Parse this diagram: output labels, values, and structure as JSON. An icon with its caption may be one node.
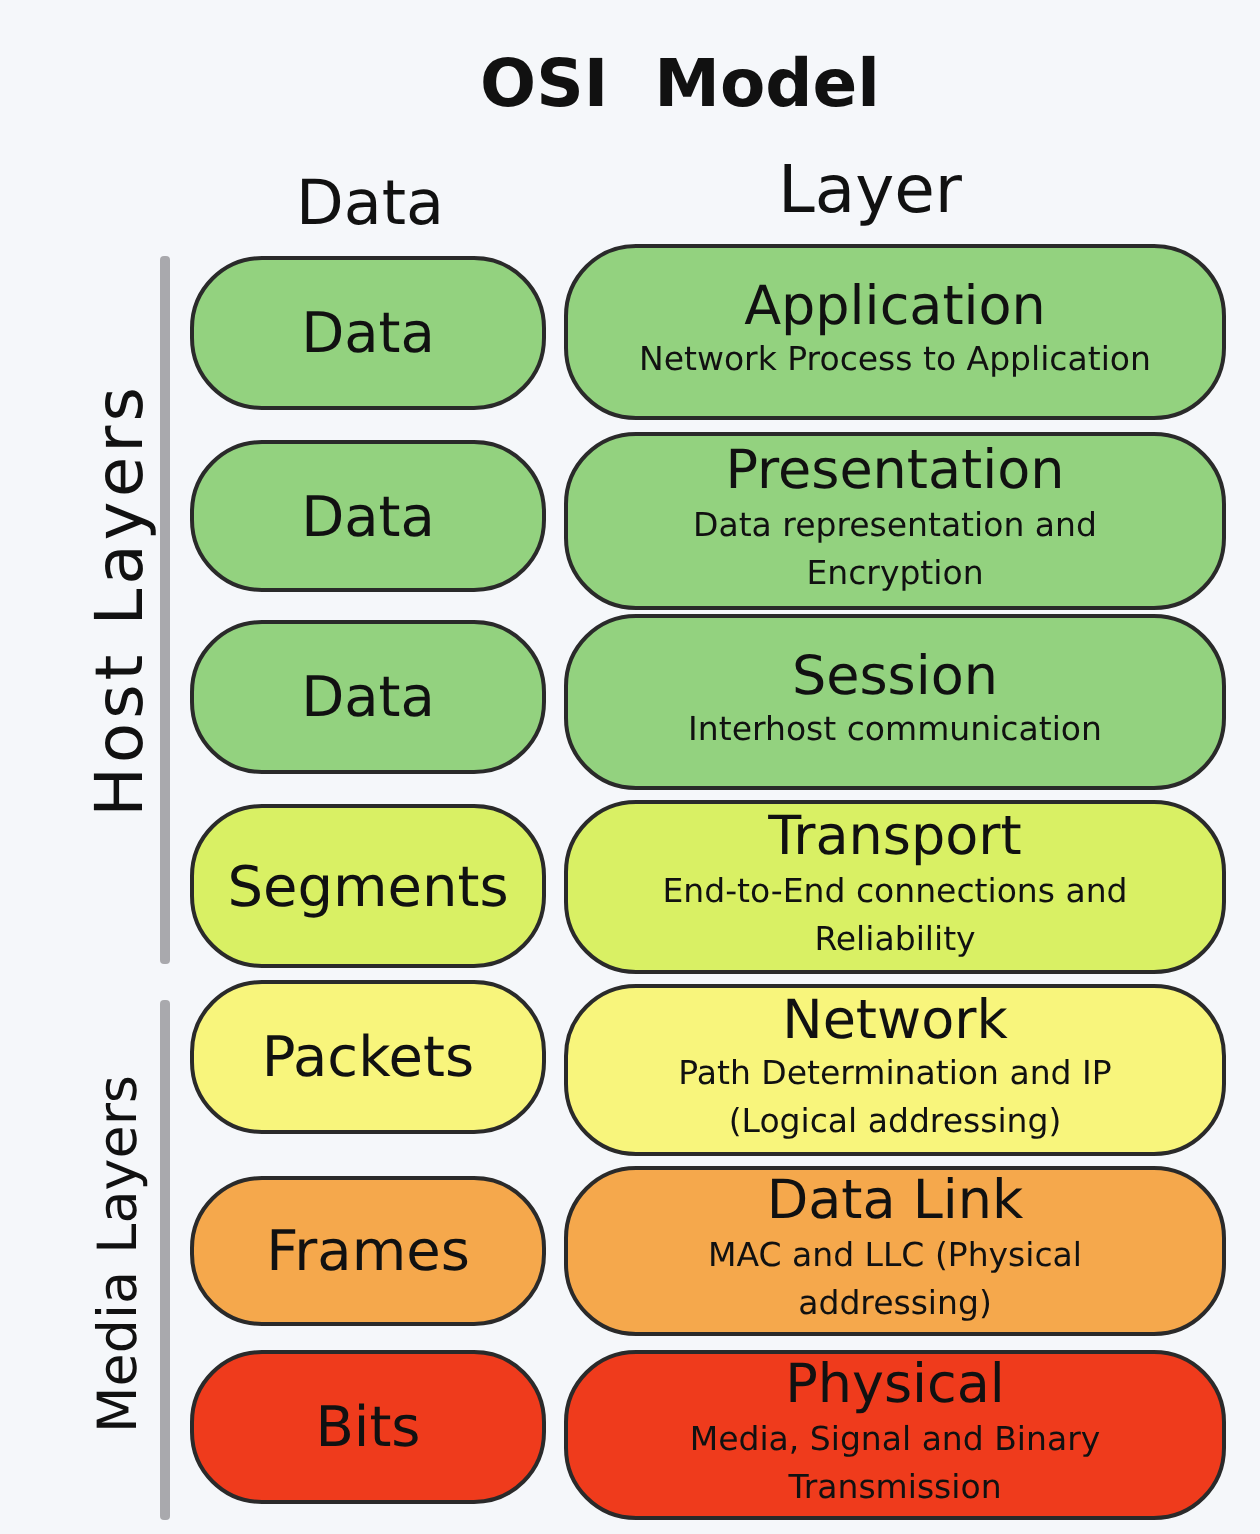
{
  "diagram": {
    "title": "OSI  Model",
    "nodes": [
      {
        "text": [
          "Data"
        ]
      },
      {
        "text": [
          "Application",
          "Network Process to Application"
        ]
      },
      {
        "text": [
          "Data"
        ]
      },
      {
        "text": [
          "Presentation",
          "Data representation and Encryption"
        ]
      },
      {
        "text": [
          "Data"
        ]
      },
      {
        "text": [
          "Session",
          "Interhost communication"
        ]
      },
      {
        "text": [
          "Segments"
        ]
      },
      {
        "text": [
          "Transport",
          "End-to-End connections and Reliability"
        ]
      },
      {
        "text": [
          "Packets"
        ]
      },
      {
        "text": [
          "Network",
          "Path Determination and IP (Logical addressing)"
        ]
      },
      {
        "text": [
          "Frames"
        ]
      },
      {
        "text": [
          "Data Link",
          "MAC and LLC (Physical addressing)"
        ]
      },
      {
        "text": [
          "Bits"
        ]
      },
      {
        "text": [
          "Physical",
          "Media, Signal and Binary Transmission"
        ]
      }
    ],
    "labels": [
      "Data",
      "Layer",
      "Host Layers",
      "Media Layers"
    ]
  }
}
